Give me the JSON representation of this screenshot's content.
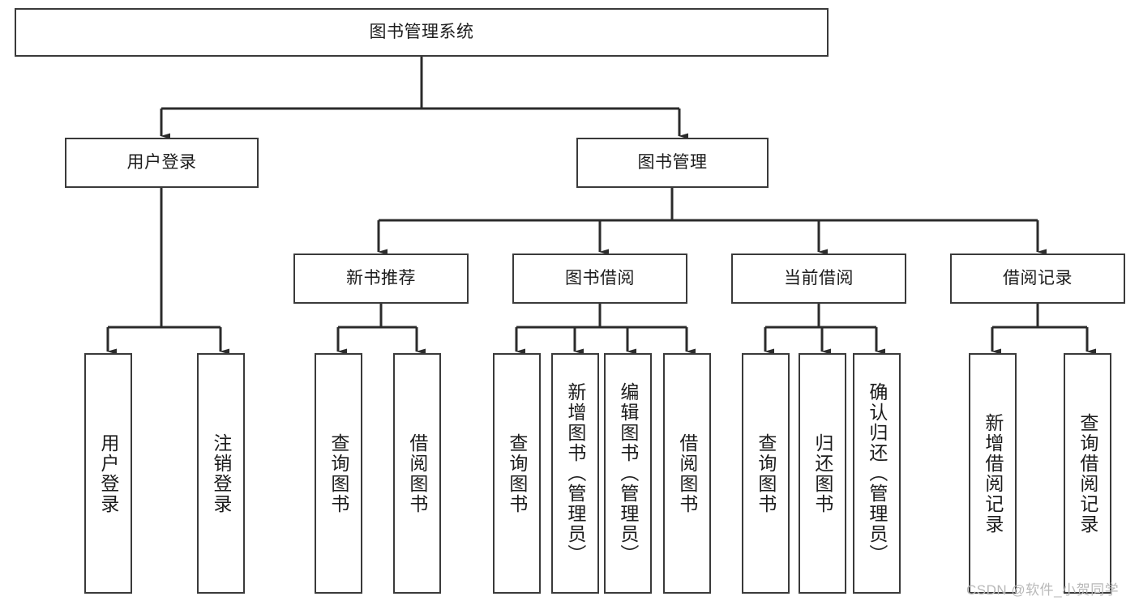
{
  "diagram": {
    "title": "图书管理系统",
    "type": "hierarchy-tree",
    "watermark": "CSDN @软件_小贺同学",
    "colors": {
      "box_border": "#3a3a3a",
      "box_fill": "#ffffff",
      "connector": "#2b2b2b",
      "text": "#1c1c1c",
      "watermark": "#b8b8b8"
    },
    "nodes": {
      "root": {
        "label": "图书管理系统"
      },
      "level2": [
        {
          "id": "user-login",
          "label": "用户登录"
        },
        {
          "id": "book-manage",
          "label": "图书管理"
        }
      ],
      "level3": [
        {
          "id": "new-book-recommend",
          "label": "新书推荐"
        },
        {
          "id": "book-borrow",
          "label": "图书借阅"
        },
        {
          "id": "current-borrow",
          "label": "当前借阅"
        },
        {
          "id": "borrow-record",
          "label": "借阅记录"
        }
      ],
      "leaves": {
        "user_login": [
          {
            "id": "leaf-user-login",
            "label": "用户登录"
          },
          {
            "id": "leaf-logout-login",
            "label": "注销登录"
          }
        ],
        "new_book_recommend": [
          {
            "id": "leaf-query-book-1",
            "label": "查询图书"
          },
          {
            "id": "leaf-borrow-book-1",
            "label": "借阅图书"
          }
        ],
        "book_borrow": [
          {
            "id": "leaf-query-book-2",
            "label": "查询图书"
          },
          {
            "id": "leaf-add-book",
            "label": "新增图书（管理员）"
          },
          {
            "id": "leaf-edit-book",
            "label": "编辑图书（管理员）"
          },
          {
            "id": "leaf-borrow-book-2",
            "label": "借阅图书"
          }
        ],
        "current_borrow": [
          {
            "id": "leaf-query-book-3",
            "label": "查询图书"
          },
          {
            "id": "leaf-return-book",
            "label": "归还图书"
          },
          {
            "id": "leaf-confirm-return",
            "label": "确认归还（管理员）"
          }
        ],
        "borrow_record": [
          {
            "id": "leaf-add-record",
            "label": "新增借阅记录"
          },
          {
            "id": "leaf-query-record",
            "label": "查询借阅记录"
          }
        ]
      }
    }
  }
}
